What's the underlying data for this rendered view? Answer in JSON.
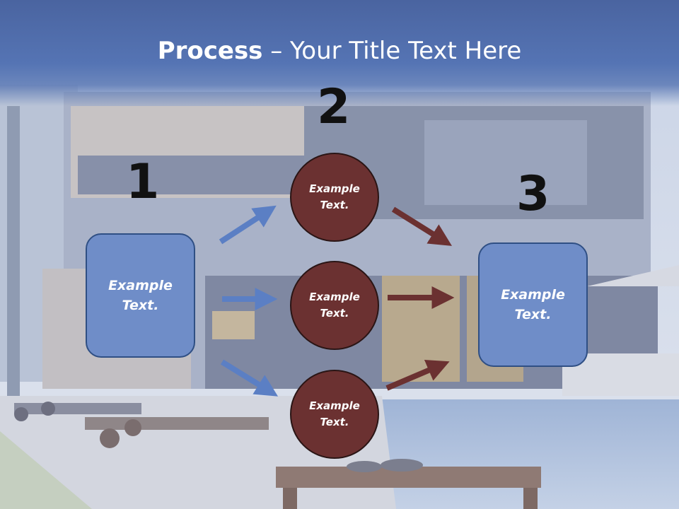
{
  "title": {
    "bold": "Process",
    "rest": " – Your Title Text Here"
  },
  "steps": {
    "one": "1",
    "two": "2",
    "three": "3"
  },
  "box_left": {
    "line1": "Example",
    "line2": "Text."
  },
  "box_right": {
    "line1": "Example",
    "line2": "Text."
  },
  "circles": [
    {
      "line1": "Example",
      "line2": "Text."
    },
    {
      "line1": "Example",
      "line2": "Text."
    },
    {
      "line1": "Example",
      "line2": "Text."
    }
  ],
  "colors": {
    "title_band": "#5574b4",
    "box_fill": "#6f8dc8",
    "circle_fill": "#6b3131",
    "arrow_blue": "#5b7fc4",
    "arrow_red": "#6b3131"
  }
}
